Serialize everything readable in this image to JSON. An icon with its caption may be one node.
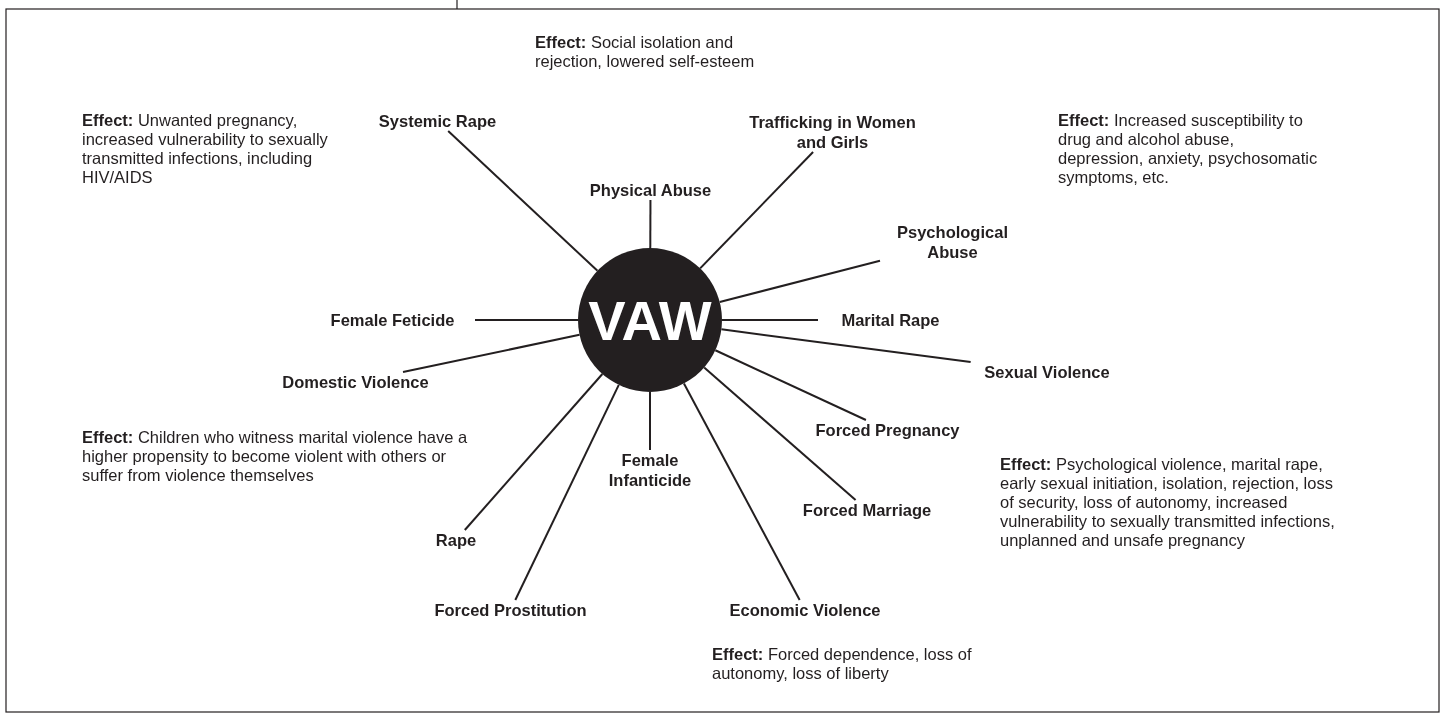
{
  "diagram": {
    "nodes": [
      {
        "text": [
          "VAW"
        ]
      },
      {
        "text": [
          "Systemic Rape"
        ]
      },
      {
        "text": [
          "Physical Abuse"
        ]
      },
      {
        "text": [
          "Trafficking in Women and Girls"
        ]
      },
      {
        "text": [
          "Psychological Abuse"
        ]
      },
      {
        "text": [
          "Female Feticide"
        ]
      },
      {
        "text": [
          "Marital Rape"
        ]
      },
      {
        "text": [
          "Domestic Violence"
        ]
      },
      {
        "text": [
          "Sexual Violence"
        ]
      },
      {
        "text": [
          "Forced Pregnancy"
        ]
      },
      {
        "text": [
          "Female Infanticide"
        ]
      },
      {
        "text": [
          "Forced Marriage"
        ]
      },
      {
        "text": [
          "Rape"
        ]
      },
      {
        "text": [
          "Forced Prostitution"
        ]
      },
      {
        "text": [
          "Economic Violence"
        ]
      }
    ],
    "edges": [
      {
        "from": 0,
        "to": 1,
        "arrow": "none"
      },
      {
        "from": 0,
        "to": 2,
        "arrow": "none"
      },
      {
        "from": 0,
        "to": 3,
        "arrow": "none"
      },
      {
        "from": 0,
        "to": 4,
        "arrow": "none"
      },
      {
        "from": 0,
        "to": 5,
        "arrow": "none"
      },
      {
        "from": 0,
        "to": 6,
        "arrow": "none"
      },
      {
        "from": 0,
        "to": 7,
        "arrow": "none"
      },
      {
        "from": 0,
        "to": 8,
        "arrow": "none"
      },
      {
        "from": 0,
        "to": 9,
        "arrow": "none"
      },
      {
        "from": 0,
        "to": 10,
        "arrow": "none"
      },
      {
        "from": 0,
        "to": 11,
        "arrow": "none"
      },
      {
        "from": 0,
        "to": 12,
        "arrow": "none"
      },
      {
        "from": 0,
        "to": 13,
        "arrow": "none"
      },
      {
        "from": 0,
        "to": 14,
        "arrow": "none"
      }
    ],
    "labels": [
      "**Effect:** Social isolation and rejection, lowered self-esteem",
      "**Effect:** Unwanted pregnancy, increased vulnerability to sexually transmitted infections, including HIV/AIDS",
      "**Effect:** Increased susceptibility to drug and alcohol abuse, depression, anxiety, psychosomatic symptoms, etc.",
      "**Effect:** Children who witness marital violence have a higher propensity to become violent with others or suffer from violence themselves",
      "**Effect:** Psychological violence, marital rape, early sexual initiation, isolation, rejection, loss of security, loss of autonomy, increased vulnerability to sexually transmitted infections, unplanned and unsafe pregnancy",
      "**Effect:** Forced dependence, loss of autonomy, loss of liberty"
    ]
  }
}
